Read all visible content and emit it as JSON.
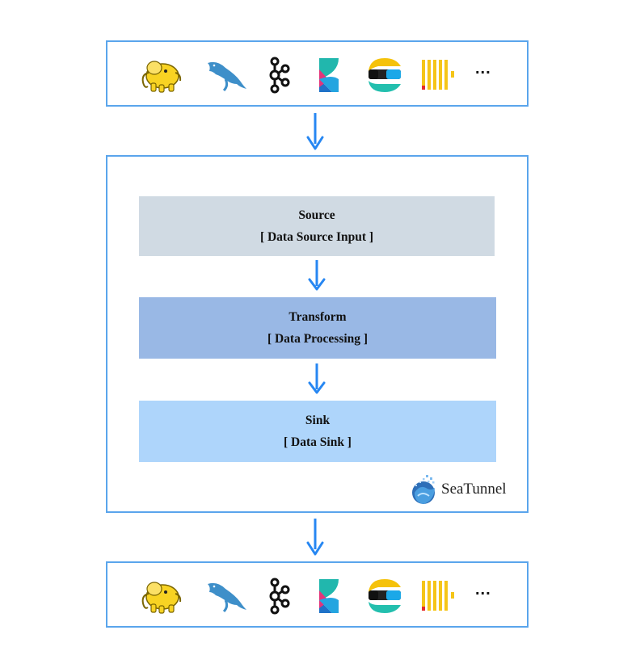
{
  "colors": {
    "box_border": "#5aa5ec",
    "arrow": "#2787f2",
    "source_fill": "#d0dae3",
    "transform_fill": "#99b8e5",
    "sink_fill": "#aed5fb"
  },
  "input_connectors": {
    "icons": [
      "hadoop-elephant-icon",
      "mysql-dolphin-icon",
      "kafka-icon",
      "kibana-icon",
      "elasticsearch-icon",
      "clickhouse-icon"
    ],
    "more": "..."
  },
  "output_connectors": {
    "icons": [
      "hadoop-elephant-icon",
      "mysql-dolphin-icon",
      "kafka-icon",
      "kibana-icon",
      "elasticsearch-icon",
      "clickhouse-icon"
    ],
    "more": "..."
  },
  "pipeline": {
    "source": {
      "title": "Source",
      "subtitle": "[ Data Source Input ]"
    },
    "transform": {
      "title": "Transform",
      "subtitle": "[ Data Processing ]"
    },
    "sink": {
      "title": "Sink",
      "subtitle": "[ Data Sink ]"
    }
  },
  "brand": {
    "name": "SeaTunnel",
    "icon": "seatunnel-logo-icon"
  }
}
